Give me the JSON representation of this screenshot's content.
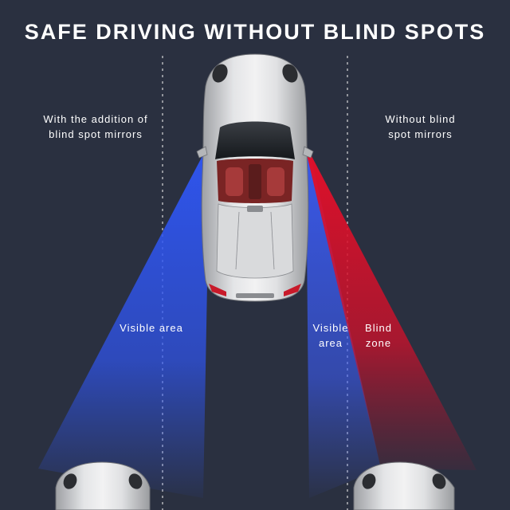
{
  "title": "SAFE DRIVING WITHOUT BLIND SPOTS",
  "left_caption": {
    "line1": "With the addition of",
    "line2": "blind spot mirrors"
  },
  "right_caption": {
    "line1": "Without blind",
    "line2": "spot mirrors"
  },
  "visible_area_left": "Visible area",
  "visible_area_right": {
    "line1": "Visible",
    "line2": "area"
  },
  "blind_zone": {
    "line1": "Blind",
    "line2": "zone"
  },
  "colors": {
    "background": "#2a3040",
    "visible_beam": "#2f55f0",
    "blind_beam": "#e0102a",
    "car_body": "#c9cacd",
    "interior": "#8a2a2a",
    "lane_line": "#d8d8d8"
  }
}
